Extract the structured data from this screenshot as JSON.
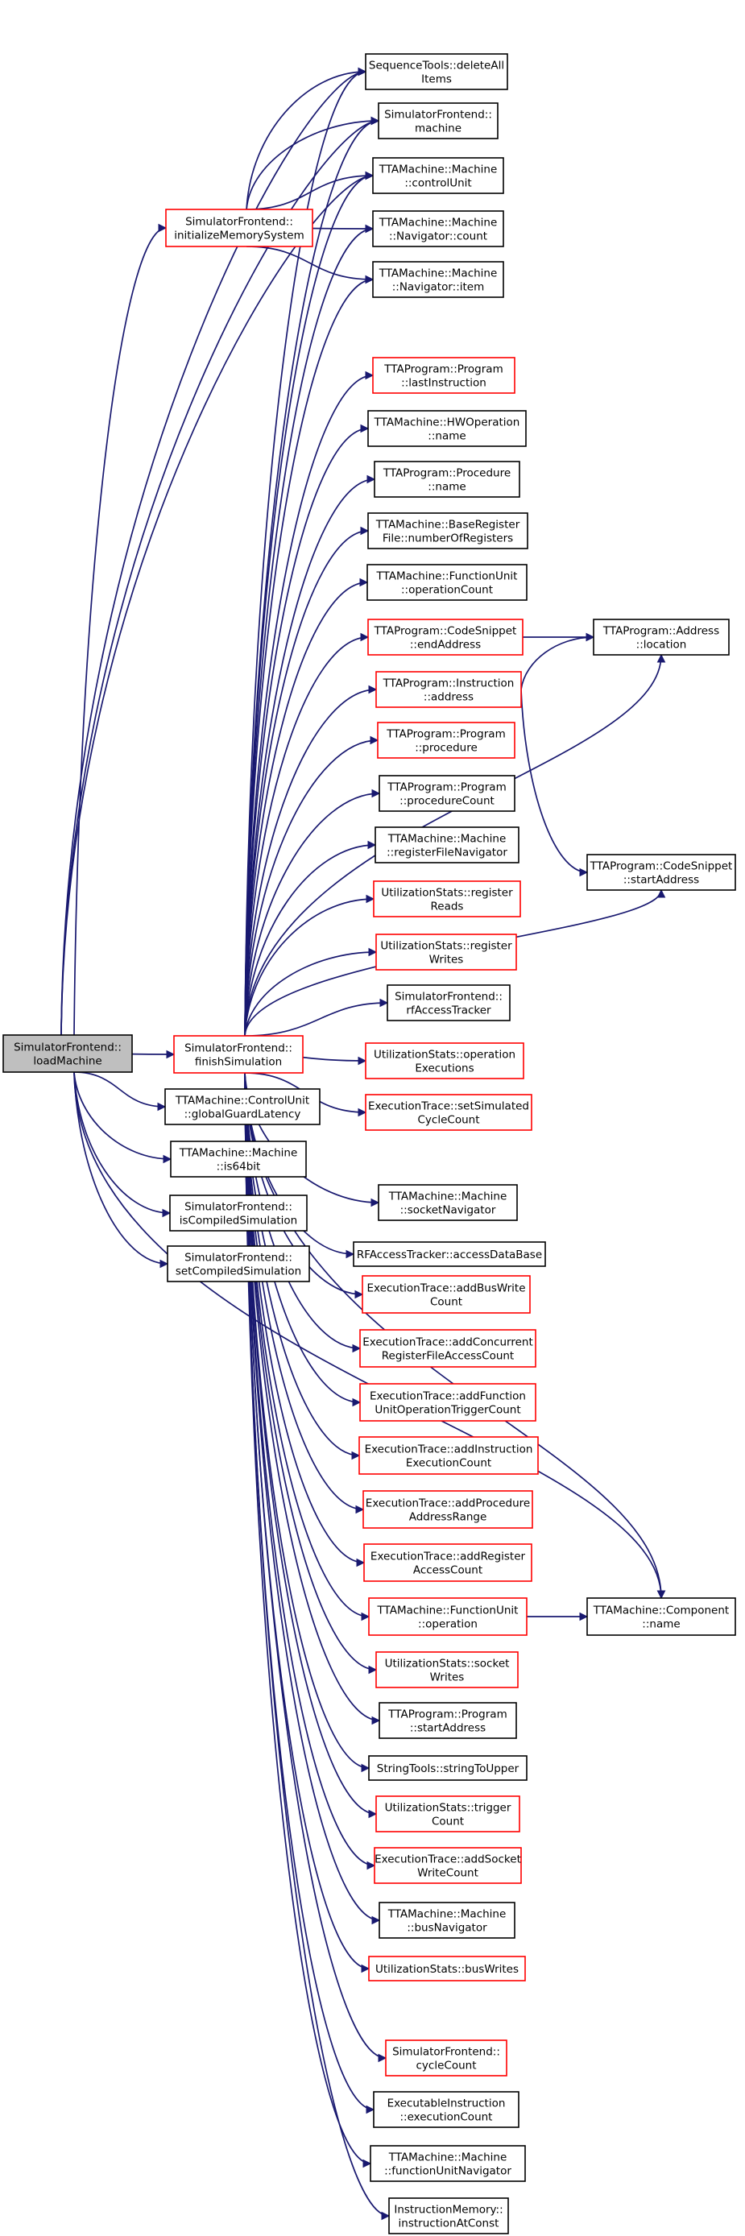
{
  "colors": {
    "edge": "#191970",
    "node_border_black": "#000000",
    "node_border_red": "#ff0000",
    "root_fill": "#bfbfbf",
    "node_fill": "#ffffff"
  },
  "nodes": [
    {
      "id": "root",
      "lines": [
        "SimulatorFrontend::",
        "loadMachine"
      ],
      "style": "root"
    },
    {
      "id": "init",
      "lines": [
        "SimulatorFrontend::",
        "initializeMemorySystem"
      ],
      "style": "red"
    },
    {
      "id": "finish",
      "lines": [
        "SimulatorFrontend::",
        "finishSimulation"
      ],
      "style": "red"
    },
    {
      "id": "guard",
      "lines": [
        "TTAMachine::ControlUnit",
        "::globalGuardLatency"
      ],
      "style": "black"
    },
    {
      "id": "is64",
      "lines": [
        "TTAMachine::Machine",
        "::is64bit"
      ],
      "style": "black"
    },
    {
      "id": "iscomp",
      "lines": [
        "SimulatorFrontend::",
        "isCompiledSimulation"
      ],
      "style": "black"
    },
    {
      "id": "setcomp",
      "lines": [
        "SimulatorFrontend::",
        "setCompiledSimulation"
      ],
      "style": "black"
    },
    {
      "id": "delall",
      "lines": [
        "SequenceTools::deleteAll",
        "Items"
      ],
      "style": "black"
    },
    {
      "id": "machine",
      "lines": [
        "SimulatorFrontend::",
        "machine"
      ],
      "style": "black"
    },
    {
      "id": "ctrlunit",
      "lines": [
        "TTAMachine::Machine",
        "::controlUnit"
      ],
      "style": "black"
    },
    {
      "id": "navcount",
      "lines": [
        "TTAMachine::Machine",
        "::Navigator::count"
      ],
      "style": "black"
    },
    {
      "id": "navitem",
      "lines": [
        "TTAMachine::Machine",
        "::Navigator::item"
      ],
      "style": "black"
    },
    {
      "id": "lastinstr",
      "lines": [
        "TTAProgram::Program",
        "::lastInstruction"
      ],
      "style": "red"
    },
    {
      "id": "hwopname",
      "lines": [
        "TTAMachine::HWOperation",
        "::name"
      ],
      "style": "black"
    },
    {
      "id": "procname",
      "lines": [
        "TTAProgram::Procedure",
        "::name"
      ],
      "style": "black"
    },
    {
      "id": "numregs",
      "lines": [
        "TTAMachine::BaseRegister",
        "File::numberOfRegisters"
      ],
      "style": "black"
    },
    {
      "id": "opcount",
      "lines": [
        "TTAMachine::FunctionUnit",
        "::operationCount"
      ],
      "style": "black"
    },
    {
      "id": "endaddr",
      "lines": [
        "TTAProgram::CodeSnippet",
        "::endAddress"
      ],
      "style": "red"
    },
    {
      "id": "instraddr",
      "lines": [
        "TTAProgram::Instruction",
        "::address"
      ],
      "style": "red"
    },
    {
      "id": "progproc",
      "lines": [
        "TTAProgram::Program",
        "::procedure"
      ],
      "style": "red"
    },
    {
      "id": "proccount",
      "lines": [
        "TTAProgram::Program",
        "::procedureCount"
      ],
      "style": "black"
    },
    {
      "id": "rfnav",
      "lines": [
        "TTAMachine::Machine",
        "::registerFileNavigator"
      ],
      "style": "black"
    },
    {
      "id": "regreads",
      "lines": [
        "UtilizationStats::register",
        "Reads"
      ],
      "style": "red"
    },
    {
      "id": "regwrites",
      "lines": [
        "UtilizationStats::register",
        "Writes"
      ],
      "style": "red"
    },
    {
      "id": "rfacc",
      "lines": [
        "SimulatorFrontend::",
        "rfAccessTracker"
      ],
      "style": "black"
    },
    {
      "id": "opexec",
      "lines": [
        "UtilizationStats::operation",
        "Executions"
      ],
      "style": "red"
    },
    {
      "id": "setsimcc",
      "lines": [
        "ExecutionTrace::setSimulated",
        "CycleCount"
      ],
      "style": "red"
    },
    {
      "id": "socknav",
      "lines": [
        "TTAMachine::Machine",
        "::socketNavigator"
      ],
      "style": "black"
    },
    {
      "id": "accdb",
      "lines": [
        "RFAccessTracker::accessDataBase"
      ],
      "style": "black"
    },
    {
      "id": "addbuswrite",
      "lines": [
        "ExecutionTrace::addBusWrite",
        "Count"
      ],
      "style": "red"
    },
    {
      "id": "addconc",
      "lines": [
        "ExecutionTrace::addConcurrent",
        "RegisterFileAccessCount"
      ],
      "style": "red"
    },
    {
      "id": "addfunc",
      "lines": [
        "ExecutionTrace::addFunction",
        "UnitOperationTriggerCount"
      ],
      "style": "red"
    },
    {
      "id": "addinstr",
      "lines": [
        "ExecutionTrace::addInstruction",
        "ExecutionCount"
      ],
      "style": "red"
    },
    {
      "id": "addproc",
      "lines": [
        "ExecutionTrace::addProcedure",
        "AddressRange"
      ],
      "style": "red"
    },
    {
      "id": "addreg",
      "lines": [
        "ExecutionTrace::addRegister",
        "AccessCount"
      ],
      "style": "red"
    },
    {
      "id": "fuop",
      "lines": [
        "TTAMachine::FunctionUnit",
        "::operation"
      ],
      "style": "red"
    },
    {
      "id": "sockwrites",
      "lines": [
        "UtilizationStats::socket",
        "Writes"
      ],
      "style": "red"
    },
    {
      "id": "startaddr",
      "lines": [
        "TTAProgram::Program",
        "::startAddress"
      ],
      "style": "black"
    },
    {
      "id": "toupper",
      "lines": [
        "StringTools::stringToUpper"
      ],
      "style": "black"
    },
    {
      "id": "trigcount",
      "lines": [
        "UtilizationStats::trigger",
        "Count"
      ],
      "style": "red"
    },
    {
      "id": "addsock",
      "lines": [
        "ExecutionTrace::addSocket",
        "WriteCount"
      ],
      "style": "red"
    },
    {
      "id": "busnav",
      "lines": [
        "TTAMachine::Machine",
        "::busNavigator"
      ],
      "style": "black"
    },
    {
      "id": "buswrites",
      "lines": [
        "UtilizationStats::busWrites"
      ],
      "style": "red"
    },
    {
      "id": "cyclecount",
      "lines": [
        "SimulatorFrontend::",
        "cycleCount"
      ],
      "style": "red"
    },
    {
      "id": "execcount",
      "lines": [
        "ExecutableInstruction",
        "::executionCount"
      ],
      "style": "black"
    },
    {
      "id": "funav",
      "lines": [
        "TTAMachine::Machine",
        "::functionUnitNavigator"
      ],
      "style": "black"
    },
    {
      "id": "instrat",
      "lines": [
        "InstructionMemory::",
        "instructionAtConst"
      ],
      "style": "black"
    },
    {
      "id": "addrloc",
      "lines": [
        "TTAProgram::Address",
        "::location"
      ],
      "style": "black"
    },
    {
      "id": "snipstart",
      "lines": [
        "TTAProgram::CodeSnippet",
        "::startAddress"
      ],
      "style": "black"
    },
    {
      "id": "compname",
      "lines": [
        "TTAMachine::Component",
        "::name"
      ],
      "style": "black"
    }
  ],
  "edges": [
    [
      "root",
      "init"
    ],
    [
      "root",
      "finish"
    ],
    [
      "root",
      "guard"
    ],
    [
      "root",
      "is64"
    ],
    [
      "root",
      "iscomp"
    ],
    [
      "root",
      "setcomp"
    ],
    [
      "root",
      "delall"
    ],
    [
      "root",
      "machine"
    ],
    [
      "root",
      "ctrlunit"
    ],
    [
      "root",
      "compname"
    ],
    [
      "init",
      "delall"
    ],
    [
      "init",
      "machine"
    ],
    [
      "init",
      "ctrlunit"
    ],
    [
      "init",
      "navcount"
    ],
    [
      "init",
      "navitem"
    ],
    [
      "finish",
      "delall"
    ],
    [
      "finish",
      "machine"
    ],
    [
      "finish",
      "ctrlunit"
    ],
    [
      "finish",
      "navcount"
    ],
    [
      "finish",
      "navitem"
    ],
    [
      "finish",
      "lastinstr"
    ],
    [
      "finish",
      "hwopname"
    ],
    [
      "finish",
      "procname"
    ],
    [
      "finish",
      "numregs"
    ],
    [
      "finish",
      "opcount"
    ],
    [
      "finish",
      "endaddr"
    ],
    [
      "finish",
      "instraddr"
    ],
    [
      "finish",
      "progproc"
    ],
    [
      "finish",
      "proccount"
    ],
    [
      "finish",
      "rfnav"
    ],
    [
      "finish",
      "regreads"
    ],
    [
      "finish",
      "regwrites"
    ],
    [
      "finish",
      "rfacc"
    ],
    [
      "finish",
      "addrloc"
    ],
    [
      "finish",
      "snipstart"
    ],
    [
      "finish",
      "opexec"
    ],
    [
      "finish",
      "setsimcc"
    ],
    [
      "finish",
      "socknav"
    ],
    [
      "finish",
      "accdb"
    ],
    [
      "finish",
      "addbuswrite"
    ],
    [
      "finish",
      "addconc"
    ],
    [
      "finish",
      "addfunc"
    ],
    [
      "finish",
      "addinstr"
    ],
    [
      "finish",
      "addproc"
    ],
    [
      "finish",
      "addreg"
    ],
    [
      "finish",
      "fuop"
    ],
    [
      "finish",
      "sockwrites"
    ],
    [
      "finish",
      "startaddr"
    ],
    [
      "finish",
      "toupper"
    ],
    [
      "finish",
      "trigcount"
    ],
    [
      "finish",
      "addsock"
    ],
    [
      "finish",
      "busnav"
    ],
    [
      "finish",
      "buswrites"
    ],
    [
      "finish",
      "compname"
    ],
    [
      "finish",
      "cyclecount"
    ],
    [
      "finish",
      "execcount"
    ],
    [
      "finish",
      "funav"
    ],
    [
      "finish",
      "instrat"
    ],
    [
      "endaddr",
      "addrloc"
    ],
    [
      "instraddr",
      "addrloc"
    ],
    [
      "instraddr",
      "snipstart"
    ],
    [
      "fuop",
      "compname"
    ]
  ]
}
